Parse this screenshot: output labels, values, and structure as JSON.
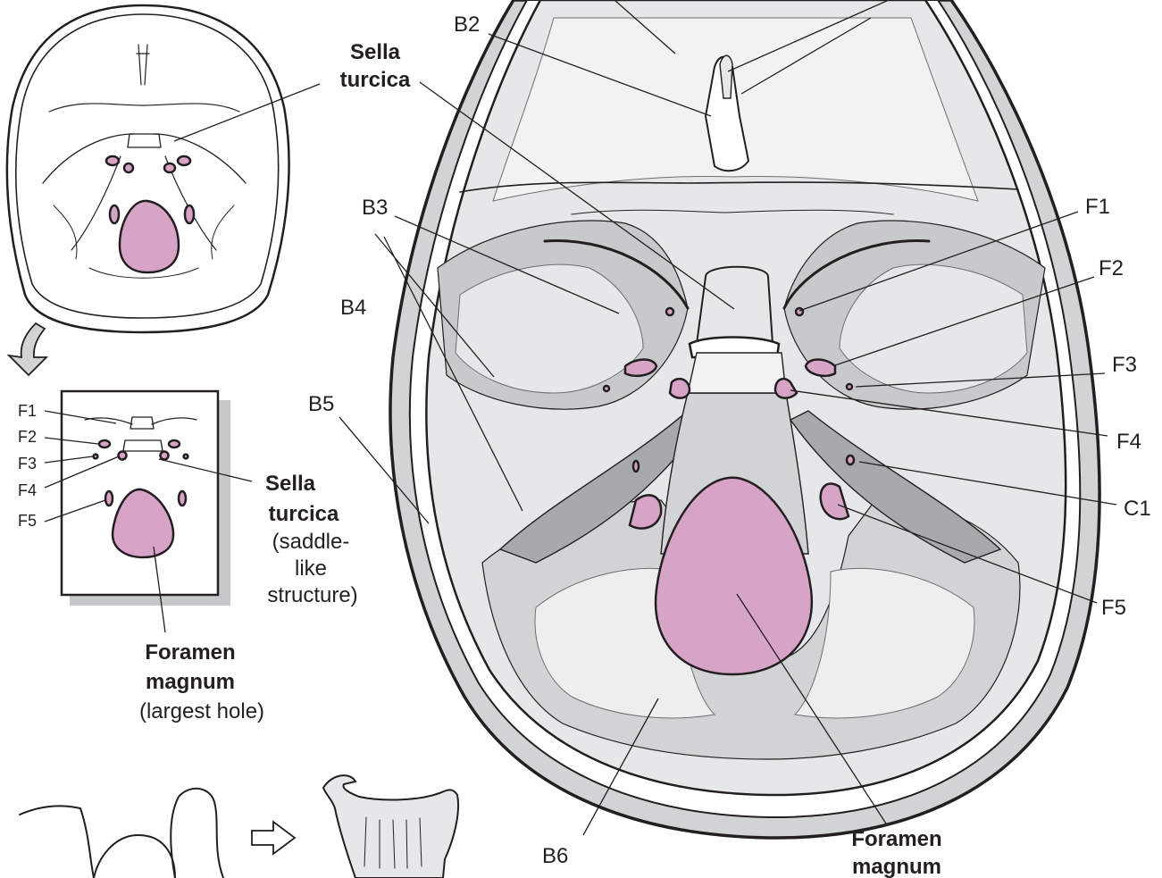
{
  "small_skull": {
    "label_sella_line1": "Sella",
    "label_sella_line2": "turcica"
  },
  "inset": {
    "f1": "F1",
    "f2": "F2",
    "f3": "F3",
    "f4": "F4",
    "f5": "F5",
    "sella_line1": "Sella",
    "sella_line2": "turcica",
    "sella_note_line1": "(saddle-",
    "sella_note_line2": "like",
    "sella_note_line3": "structure)",
    "foramen_line1": "Foramen",
    "foramen_line2": "magnum",
    "foramen_note": "(largest hole)"
  },
  "main_skull": {
    "b2": "B2",
    "b3": "B3",
    "b4": "B4",
    "b5": "B5",
    "b6": "B6",
    "f1": "F1",
    "f2": "F2",
    "f3": "F3",
    "f4": "F4",
    "f5": "F5",
    "c1": "C1",
    "foramen_line1": "Foramen",
    "foramen_line2": "magnum"
  },
  "colors": {
    "foramen_fill": "#d7a3c6",
    "bone_light": "#e6e7e8",
    "bone_mid": "#c8c9cb",
    "bone_dark": "#a7a9ac",
    "ink": "#231f20"
  }
}
